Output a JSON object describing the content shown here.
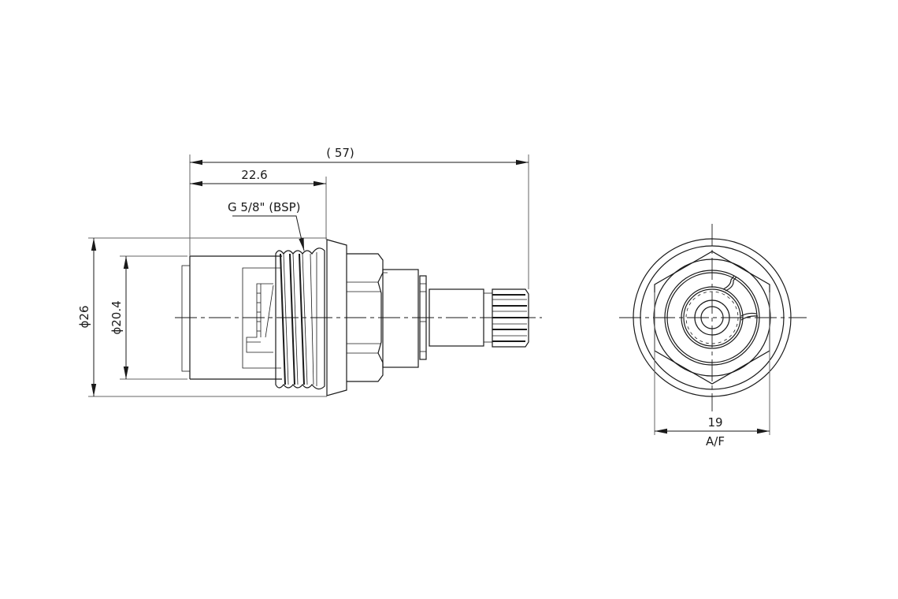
{
  "drawing": {
    "type": "technical drawing - tap valve cartridge (side and end view)",
    "side_view": {
      "dimensions": {
        "overall_length": "( 57)",
        "thread_length": "22.6",
        "thread_callout": "G 5/8\" (BSP)",
        "outer_diameter": "ϕ26",
        "thread_diameter": "ϕ20.4"
      }
    },
    "end_view": {
      "dimensions": {
        "hex_size": "19",
        "hex_size_note": "A/F"
      }
    }
  }
}
